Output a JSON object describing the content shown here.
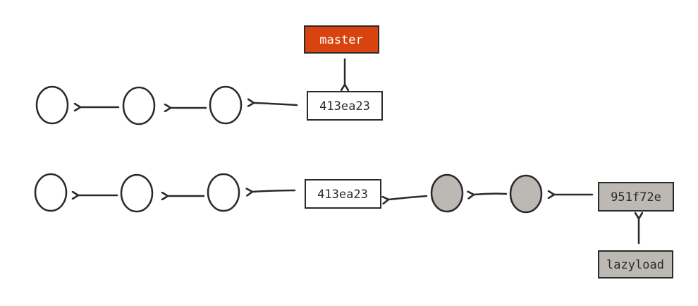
{
  "colors": {
    "stroke": "#2a2a2a",
    "master_fill": "#d9430f",
    "master_text": "#ffffff",
    "new_commit_fill": "#bcb8b3",
    "box_fill": "#ffffff",
    "text": "#2a2a2a"
  },
  "top_row": {
    "branch_label": "master",
    "commit_hash": "413ea23"
  },
  "bottom_row": {
    "commit_hash": "413ea23",
    "new_commit_hash": "951f72e",
    "branch_label": "lazyload"
  }
}
